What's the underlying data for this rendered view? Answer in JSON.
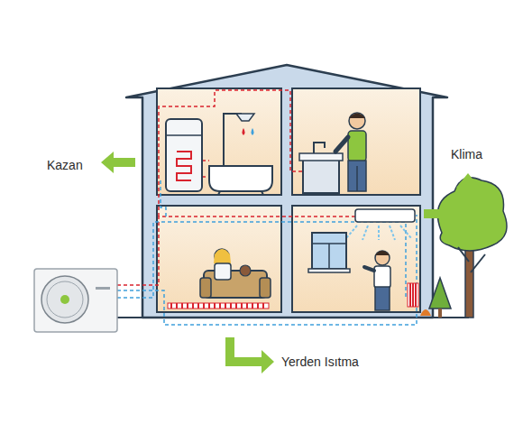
{
  "diagram": {
    "labels": [
      "Kazan",
      "Klima",
      "Yerden Isıtma"
    ]
  }
}
